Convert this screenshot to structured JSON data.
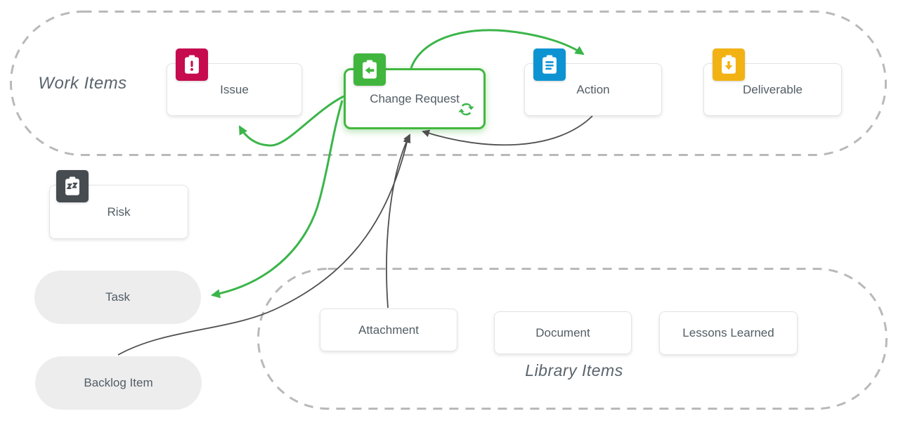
{
  "groups": {
    "work_items": {
      "label": "Work Items"
    },
    "library_items": {
      "label": "Library Items"
    }
  },
  "nodes": [
    {
      "id": "issue",
      "label": "Issue",
      "icon": "clipboard-exclamation-icon",
      "icon_color": "#c60b4e",
      "style": "card"
    },
    {
      "id": "change_request",
      "label": "Change Request",
      "icon": "clipboard-arrow-left-icon",
      "icon_color": "#41b63e",
      "style": "card-selected",
      "badge": "sync-icon"
    },
    {
      "id": "action",
      "label": "Action",
      "icon": "clipboard-list-icon",
      "icon_color": "#0e93d2",
      "style": "card"
    },
    {
      "id": "deliverable",
      "label": "Deliverable",
      "icon": "clipboard-arrow-down-icon",
      "icon_color": "#f2b213",
      "style": "card"
    },
    {
      "id": "risk",
      "label": "Risk",
      "icon": "clipboard-zigzag-icon",
      "icon_color": "#474c51",
      "style": "card"
    },
    {
      "id": "task",
      "label": "Task",
      "style": "pill"
    },
    {
      "id": "backlog_item",
      "label": "Backlog Item",
      "style": "pill"
    },
    {
      "id": "attachment",
      "label": "Attachment",
      "style": "plain-card"
    },
    {
      "id": "document",
      "label": "Document",
      "style": "plain-card"
    },
    {
      "id": "lessons_learned",
      "label": "Lessons Learned",
      "style": "plain-card"
    }
  ],
  "edges": [
    {
      "from": "change_request",
      "to": "action",
      "color": "green"
    },
    {
      "from": "change_request",
      "to": "issue",
      "color": "green"
    },
    {
      "from": "change_request",
      "to": "task",
      "color": "green"
    },
    {
      "from": "action",
      "to": "change_request",
      "color": "dark"
    },
    {
      "from": "attachment",
      "to": "change_request",
      "color": "dark"
    },
    {
      "from": "backlog_item",
      "to": "change_request",
      "color": "dark"
    }
  ],
  "colors": {
    "arrow_green": "#3bb54a",
    "arrow_dark": "#4f4f4f",
    "selected_border": "#43b73f",
    "container_dash": "#b9b9b9",
    "text": "#525d64",
    "pill_bg": "#ededee"
  }
}
